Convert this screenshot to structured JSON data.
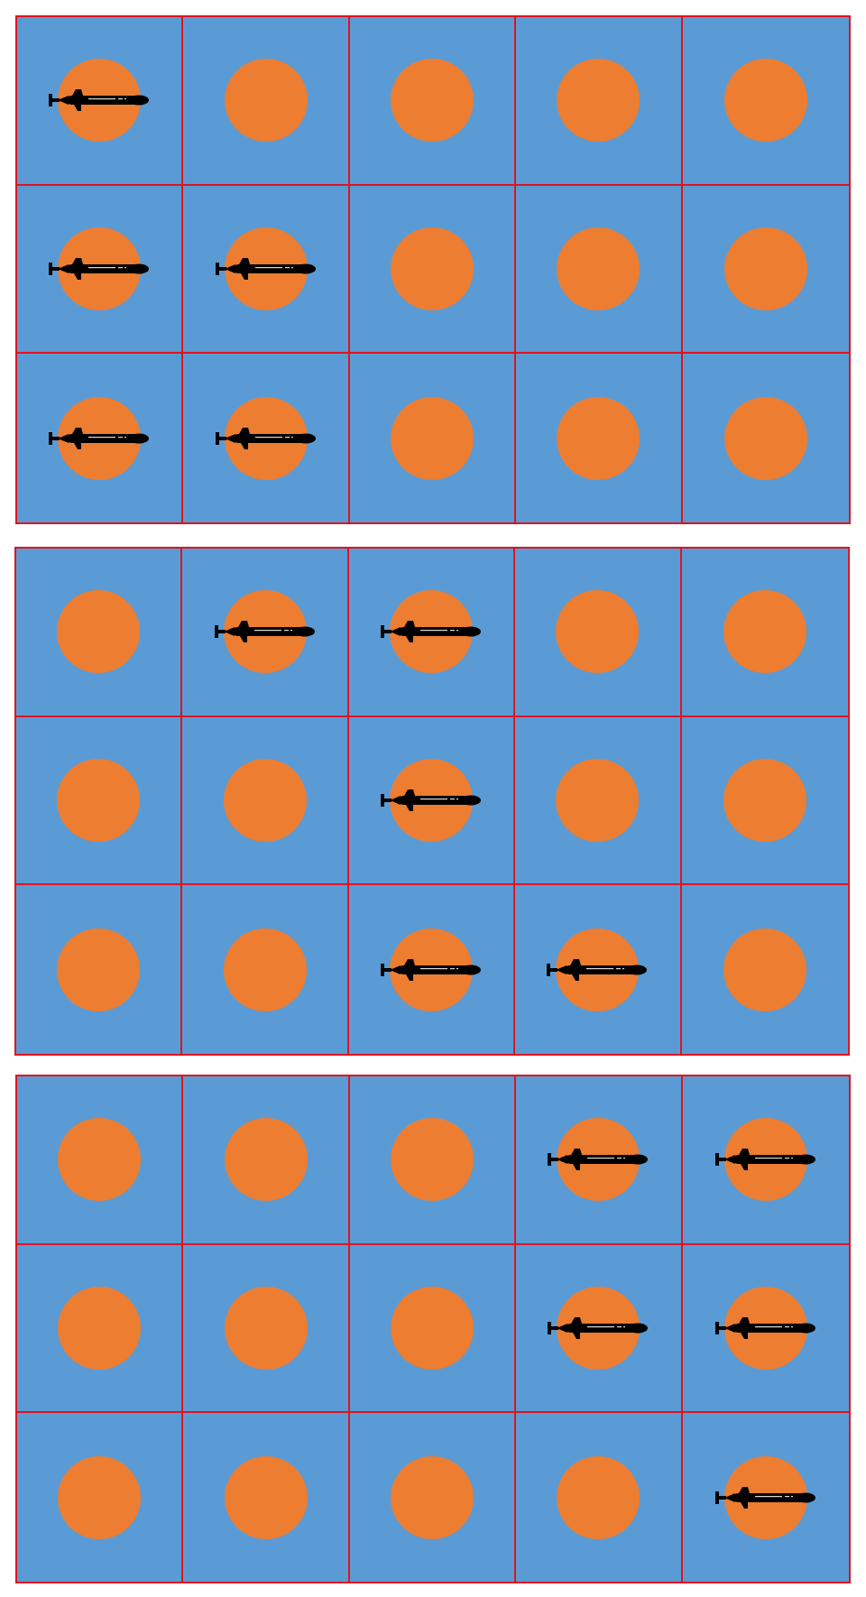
{
  "colors": {
    "water": "#5b9bd5",
    "grid_line": "#e0131f",
    "target": "#ed7d31",
    "submarine": "#000000"
  },
  "icons": {
    "cell_marker": "orange-circle-target",
    "unit": "submarine-icon"
  },
  "boards": [
    {
      "rows": 3,
      "cols": 5,
      "submarines": [
        [
          0,
          0
        ],
        [
          1,
          0
        ],
        [
          1,
          1
        ],
        [
          2,
          0
        ],
        [
          2,
          1
        ]
      ]
    },
    {
      "rows": 3,
      "cols": 5,
      "submarines": [
        [
          0,
          1
        ],
        [
          0,
          2
        ],
        [
          1,
          2
        ],
        [
          2,
          2
        ],
        [
          2,
          3
        ]
      ]
    },
    {
      "rows": 3,
      "cols": 5,
      "submarines": [
        [
          0,
          3
        ],
        [
          0,
          4
        ],
        [
          1,
          3
        ],
        [
          1,
          4
        ],
        [
          2,
          4
        ]
      ]
    }
  ]
}
